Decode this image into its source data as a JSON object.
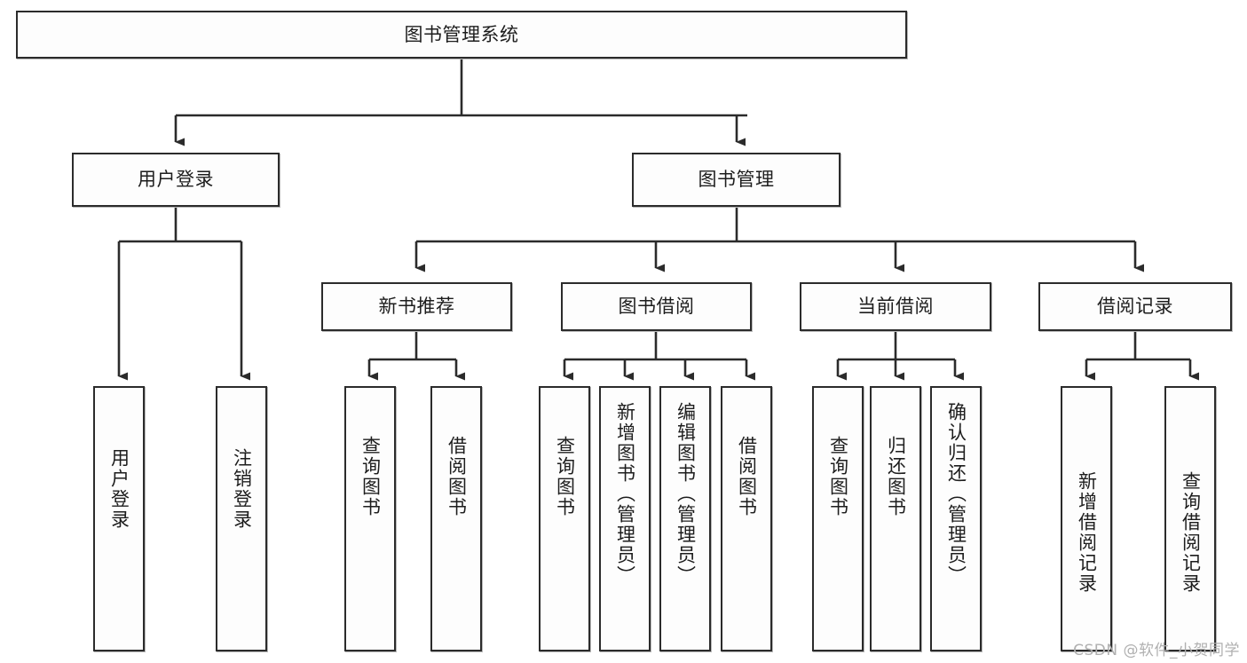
{
  "diagram": {
    "type": "tree",
    "title": "图书管理系统",
    "colors": {
      "background": "#ffffff",
      "node_fill": "#fdfdfd",
      "node_border": "#2b2b2b",
      "edge": "#2b2b2b",
      "text": "#1d1d1d",
      "watermark": "#b0b0b0"
    },
    "root": {
      "label": "图书管理系统"
    },
    "level2": [
      {
        "label": "用户登录"
      },
      {
        "label": "图书管理"
      }
    ],
    "level3": [
      {
        "label": "新书推荐"
      },
      {
        "label": "图书借阅"
      },
      {
        "label": "当前借阅"
      },
      {
        "label": "借阅记录"
      }
    ],
    "leaves": {
      "user_login": [
        {
          "label": "用户登录"
        },
        {
          "label": "注销登录"
        }
      ],
      "new_book_recommend": [
        {
          "label": "查询图书"
        },
        {
          "label": "借阅图书"
        }
      ],
      "book_borrow": [
        {
          "label": "查询图书"
        },
        {
          "label": "新增图书（管理员）"
        },
        {
          "label": "编辑图书（管理员）"
        },
        {
          "label": "借阅图书"
        }
      ],
      "current_borrow": [
        {
          "label": "查询图书"
        },
        {
          "label": "归还图书"
        },
        {
          "label": "确认归还（管理员）"
        }
      ],
      "borrow_record": [
        {
          "label": "新增借阅记录"
        },
        {
          "label": "查询借阅记录"
        }
      ]
    }
  },
  "watermark": {
    "text": "CSDN @软件_小贺同学"
  }
}
